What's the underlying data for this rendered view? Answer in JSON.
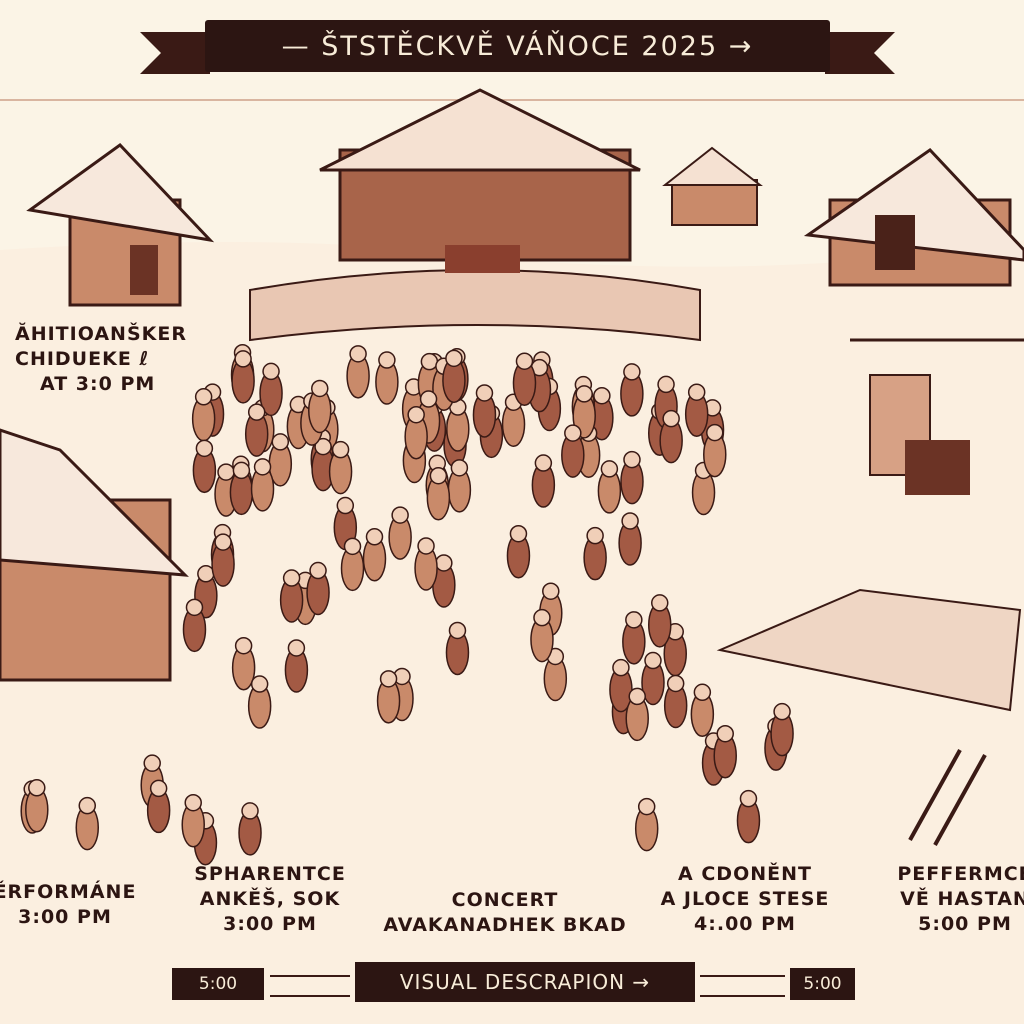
{
  "banner": {
    "title": "— ŠTSTĚCKVĚ VÁŇOCE 2025 →"
  },
  "labels": [
    {
      "lines": [
        "ĂHITIOANŠKER",
        "CHIDUEKE ℓ",
        "AT 3:0 PM"
      ]
    },
    {
      "lines": [
        "ĚRFORMÁNE",
        "3:00 PM"
      ]
    },
    {
      "lines": [
        "SPHARENTCE",
        "ANKĚŠ, SOK",
        "3:00 PM"
      ]
    },
    {
      "lines": [
        "CONCERT",
        "AVAKANADHEK BKAD"
      ]
    },
    {
      "lines": [
        "A CDONĚNT",
        "A JLOCE STESE",
        "4:.00 PM"
      ]
    },
    {
      "lines": [
        "PEFFERMCE",
        "VĚ HASTAN",
        "5:00 PM"
      ]
    }
  ],
  "timeline": {
    "start": "5:00",
    "center": "VISUAL DESCRAPION →",
    "end": "5:00"
  },
  "colors": {
    "ink": "#2c1512",
    "paper": "#fbf4e6",
    "sepia": "#c98a6a"
  }
}
